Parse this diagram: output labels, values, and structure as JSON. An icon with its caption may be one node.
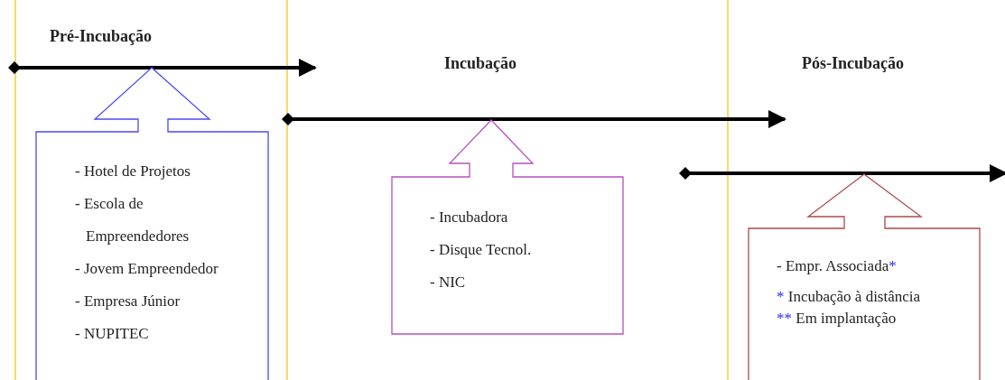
{
  "diagram": {
    "nodes": [
      {
        "text": [
          "- Hotel de Projetos",
          "- Escola de Empreendedores",
          "- Jovem Empreendedor",
          "- Empresa Júnior",
          "- NUPITEC"
        ]
      },
      {
        "text": [
          "- Incubadora",
          "- Disque Tecnol.",
          "- NIC"
        ]
      },
      {
        "text": [
          "- Empr. Associada*",
          "* Incubação à distância",
          "** Em implantação"
        ]
      }
    ],
    "labels": [
      "Pré-Incubação",
      "Incubação",
      "Pós-Incubação"
    ]
  }
}
